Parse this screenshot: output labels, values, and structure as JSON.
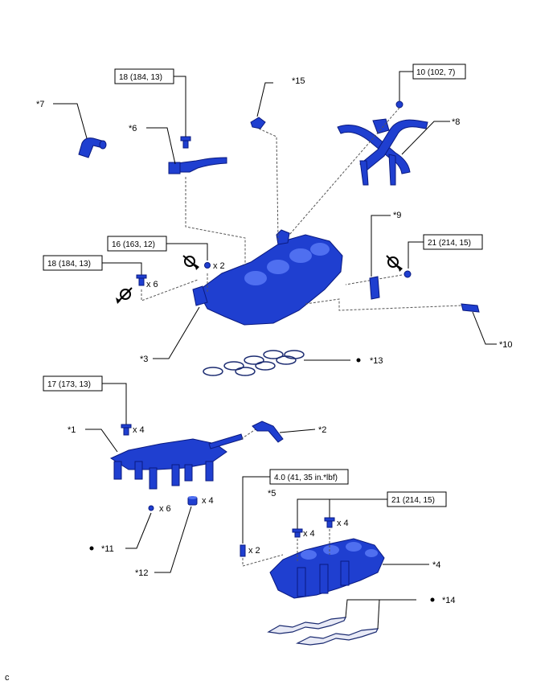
{
  "callouts": {
    "c1": "*1",
    "c2": "*2",
    "c3": "*3",
    "c4": "*4",
    "c5": "*5",
    "c6": "*6",
    "c7": "*7",
    "c8": "*8",
    "c9": "*9",
    "c10": "*10",
    "c11": "*11",
    "c12": "*12",
    "c13": "*13",
    "c14": "*14",
    "c15": "*15"
  },
  "torques": {
    "t_18a": "18 (184, 13)",
    "t_10": "10 (102, 7)",
    "t_16": "16 (163, 12)",
    "t_18b": "18 (184, 13)",
    "t_21a": "21 (214, 15)",
    "t_17": "17 (173, 13)",
    "t_4": "4.0 (41, 35 in.*lbf)",
    "t_21b": "21 (214, 15)"
  },
  "quantities": {
    "q_x2a": "x 2",
    "q_x6a": "x 6",
    "q_x4a": "x 4",
    "q_x6b": "x 6",
    "q_x4b": "x 4",
    "q_x2b": "x 2",
    "q_x4c": "x 4",
    "q_x4d": "x 4"
  },
  "corner_code": "c",
  "colors": {
    "part": "#1f3fd0",
    "gasket": "#1a2a70"
  }
}
